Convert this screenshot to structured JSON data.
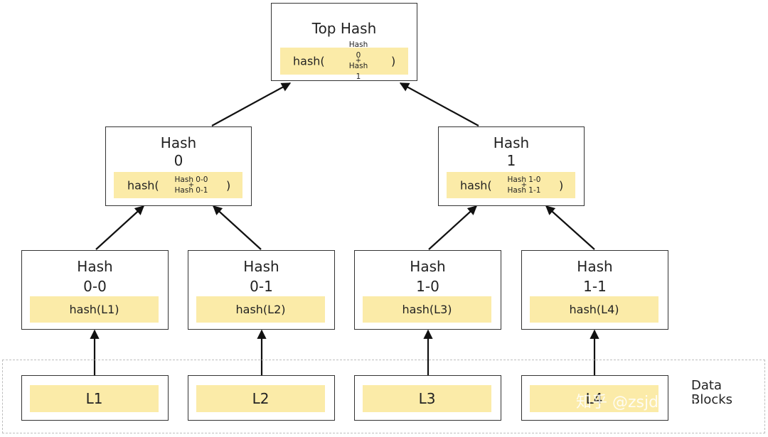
{
  "nodes": {
    "top": {
      "title": "Top Hash",
      "fn": "hash(",
      "line1": "Hash 0",
      "plus": "+",
      "line2": "Hash 1",
      "close": ")"
    },
    "h0": {
      "title1": "Hash",
      "title2": "0",
      "fn": "hash(",
      "line1": "Hash 0-0",
      "plus": "+",
      "line2": "Hash 0-1",
      "close": ")"
    },
    "h1": {
      "title1": "Hash",
      "title2": "1",
      "fn": "hash(",
      "line1": "Hash 1-0",
      "plus": "+",
      "line2": "Hash 1-1",
      "close": ")"
    },
    "h00": {
      "title1": "Hash",
      "title2": "0-0",
      "formula": "hash(L1)"
    },
    "h01": {
      "title1": "Hash",
      "title2": "0-1",
      "formula": "hash(L2)"
    },
    "h10": {
      "title1": "Hash",
      "title2": "1-0",
      "formula": "hash(L3)"
    },
    "h11": {
      "title1": "Hash",
      "title2": "1-1",
      "formula": "hash(L4)"
    }
  },
  "leaves": [
    "L1",
    "L2",
    "L3",
    "L4"
  ],
  "data_blocks_label": [
    "Data",
    "Blocks"
  ],
  "watermark": "知乎 @zsjdhuijn",
  "colors": {
    "formula_fill": "#fbeba8",
    "border": "#333333",
    "dashed": "#bdbdbd"
  }
}
